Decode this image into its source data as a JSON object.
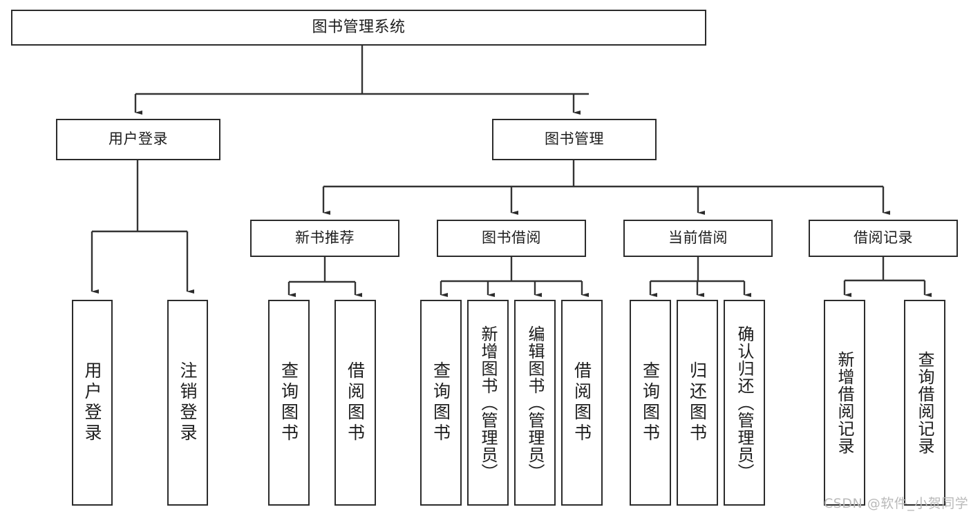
{
  "diagram": {
    "type": "tree-hierarchy-chart",
    "title": "图书管理系统",
    "colors": {
      "box_border": "#2b2b2b",
      "box_fill": "#ffffff",
      "connector": "#333333",
      "text": "#1d1d1d",
      "watermark": "#b9b9b9",
      "background": "#ffffff"
    },
    "root": {
      "label": "图书管理系统"
    },
    "level2": [
      {
        "id": "user-login",
        "label": "用户登录"
      },
      {
        "id": "book-management",
        "label": "图书管理"
      }
    ],
    "level3": [
      {
        "id": "new-book-recommend",
        "label": "新书推荐",
        "parent": "book-management"
      },
      {
        "id": "book-borrow",
        "label": "图书借阅",
        "parent": "book-management"
      },
      {
        "id": "current-borrow",
        "label": "当前借阅",
        "parent": "book-management"
      },
      {
        "id": "borrow-record",
        "label": "借阅记录",
        "parent": "book-management"
      }
    ],
    "leaves": [
      {
        "id": "leaf-user-login",
        "label": "用户登录",
        "parent": "user-login"
      },
      {
        "id": "leaf-user-logout",
        "label": "注销登录",
        "parent": "user-login"
      },
      {
        "id": "leaf-query-book-1",
        "label": "查询图书",
        "parent": "new-book-recommend"
      },
      {
        "id": "leaf-borrow-book-1",
        "label": "借阅图书",
        "parent": "new-book-recommend"
      },
      {
        "id": "leaf-query-book-2",
        "label": "查询图书",
        "parent": "book-borrow"
      },
      {
        "id": "leaf-add-book",
        "label": "新增图书（管理员）",
        "parent": "book-borrow"
      },
      {
        "id": "leaf-edit-book",
        "label": "编辑图书（管理员）",
        "parent": "book-borrow"
      },
      {
        "id": "leaf-borrow-book-2",
        "label": "借阅图书",
        "parent": "book-borrow"
      },
      {
        "id": "leaf-query-book-3",
        "label": "查询图书",
        "parent": "current-borrow"
      },
      {
        "id": "leaf-return-book",
        "label": "归还图书",
        "parent": "current-borrow"
      },
      {
        "id": "leaf-confirm-return",
        "label": "确认归还（管理员）",
        "parent": "current-borrow"
      },
      {
        "id": "leaf-add-record",
        "label": "新增借阅记录",
        "parent": "borrow-record"
      },
      {
        "id": "leaf-query-record",
        "label": "查询借阅记录",
        "parent": "borrow-record"
      }
    ],
    "watermark": "CSDN @软件_小贺同学"
  }
}
